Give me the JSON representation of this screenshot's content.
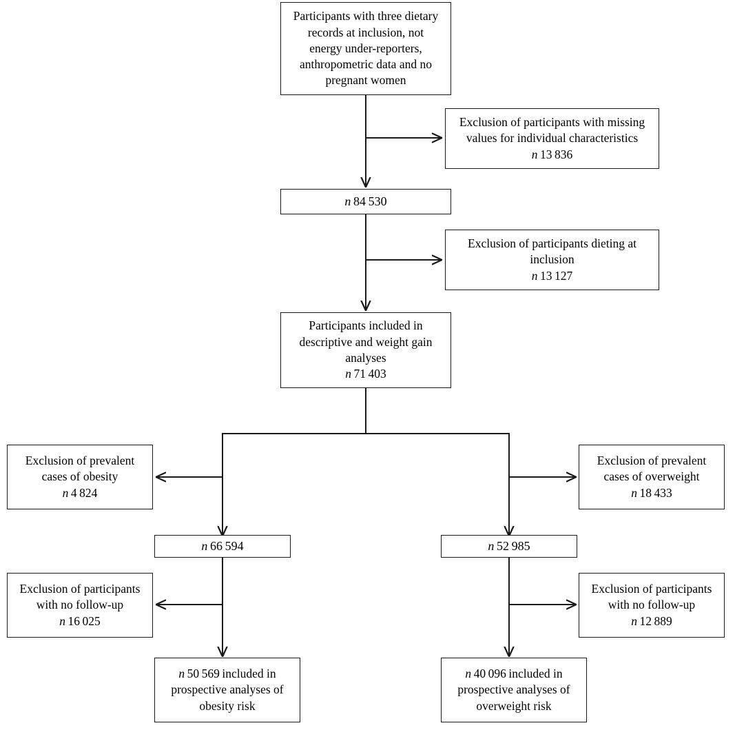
{
  "diagram": {
    "type": "participant-flow-chart",
    "title": "Participant flow diagram",
    "number_separator": "thin-space",
    "line_color": "#1a1a1a",
    "background": "#ffffff",
    "nodes": [
      {
        "id": "eligible",
        "name": "eligible-participants-box",
        "text": "Participants with three dietary\nrecords at inclusion, not\nenergy under-reporters,\nanthropometric data and no\npregnant women",
        "n": null
      },
      {
        "id": "excl-missing",
        "name": "exclusion-missing-values-box",
        "text": "Exclusion of participants with missing\nvalues for individual characteristics\nn 13 836",
        "n": "13 836"
      },
      {
        "id": "after-missing",
        "name": "count-after-missing-box",
        "text": "n 84 530",
        "n": "84 530"
      },
      {
        "id": "excl-dieting",
        "name": "exclusion-dieting-box",
        "text": "Exclusion of participants dieting at\ninclusion\nn 13 127",
        "n": "13 127"
      },
      {
        "id": "included-descriptive",
        "name": "included-descriptive-weight-gain-box",
        "text": "Participants included in\ndescriptive and weight gain\nanalyses\nn 71 403",
        "n": "71 403"
      },
      {
        "id": "excl-obesity",
        "name": "exclusion-prevalent-obesity-box",
        "text": "Exclusion of prevalent\ncases of obesity\nn 4 824",
        "n": "4 824"
      },
      {
        "id": "excl-overweight",
        "name": "exclusion-prevalent-overweight-box",
        "text": "Exclusion of prevalent\ncases of overweight\nn 18 433",
        "n": "18 433"
      },
      {
        "id": "count-obesity",
        "name": "count-obesity-branch-box",
        "text": "n 66 594",
        "n": "66 594"
      },
      {
        "id": "count-overweight",
        "name": "count-overweight-branch-box",
        "text": "n 52 985",
        "n": "52 985"
      },
      {
        "id": "excl-followup-left",
        "name": "exclusion-no-followup-obesity-box",
        "text": "Exclusion of participants\nwith no follow-up\nn 16 025",
        "n": "16 025"
      },
      {
        "id": "excl-followup-right",
        "name": "exclusion-no-followup-overweight-box",
        "text": "Exclusion of participants\nwith no follow-up\nn 12 889",
        "n": "12 889"
      },
      {
        "id": "final-obesity",
        "name": "final-obesity-analysis-box",
        "text": "n 50 569 included in\nprospective analyses of\nobesity risk",
        "n": "50 569"
      },
      {
        "id": "final-overweight",
        "name": "final-overweight-analysis-box",
        "text": "n 40 096 included in\nprospective analyses of\noverweight risk",
        "n": "40 096"
      }
    ]
  }
}
